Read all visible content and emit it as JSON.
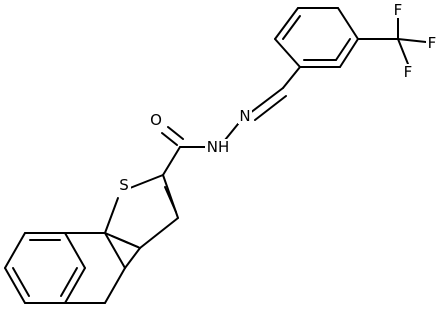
{
  "molecule": {
    "atom_labels": {
      "sulfur": "S",
      "oxygen": "O",
      "imine_nitrogen": "N",
      "amide_nh": "NH",
      "fluorine_top": "F",
      "fluorine_right": "F",
      "fluorine_bottom": "F"
    }
  },
  "colors": {
    "bond": "#000000",
    "background": "#ffffff"
  }
}
